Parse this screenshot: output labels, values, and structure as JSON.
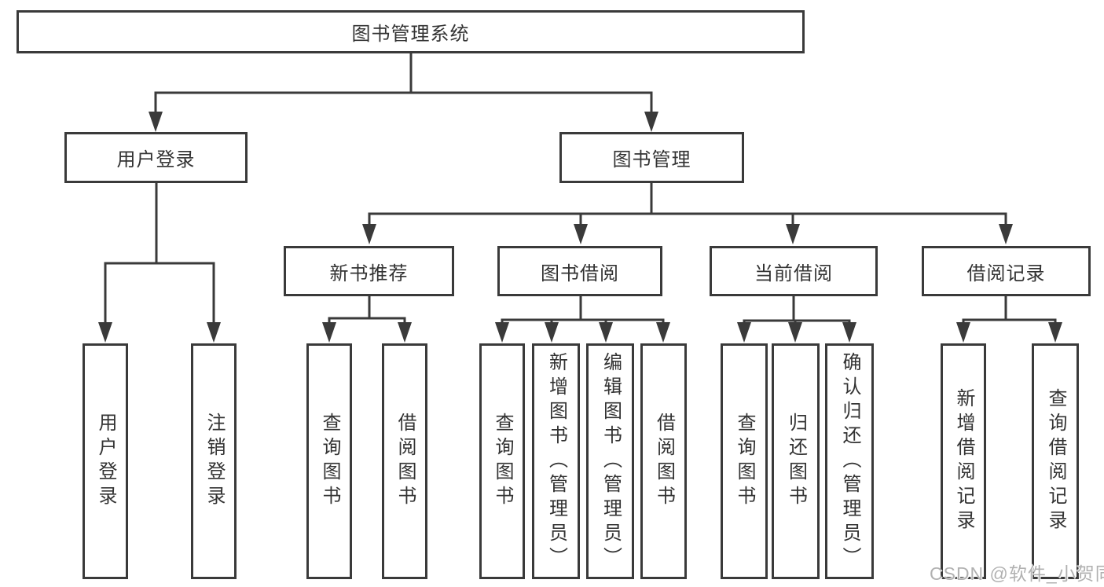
{
  "diagram": {
    "title_node": "图书管理系统",
    "nodes": {
      "userLogin": "用户登录",
      "bookManagement": "图书管理",
      "newBookRec": "新书推荐",
      "bookBorrow": "图书借阅",
      "currentBorrow": "当前借阅",
      "borrowRecord": "借阅记录",
      "leafUserLogin": "用户登录",
      "leafLogout": "注销登录",
      "leafNbQuery": "查询图书",
      "leafNbBorrow": "借阅图书",
      "leafBbQuery": "查询图书",
      "leafBbAdd": "新增图书（管理员）",
      "leafBbEdit": "编辑图书（管理员）",
      "leafBbBorrow": "借阅图书",
      "leafCbQuery": "查询图书",
      "leafCbReturn": "归还图书",
      "leafCbConfirm": "确认归还（管理员）",
      "leafBrAdd": "新增借阅记录",
      "leafBrQuery": "查询借阅记录"
    },
    "colors": {
      "line": "#3a3a3a",
      "text": "#333333",
      "background": "#ffffff",
      "watermark": "#b1b1b1"
    }
  },
  "watermark": "CSDN @软件_小贺同学"
}
